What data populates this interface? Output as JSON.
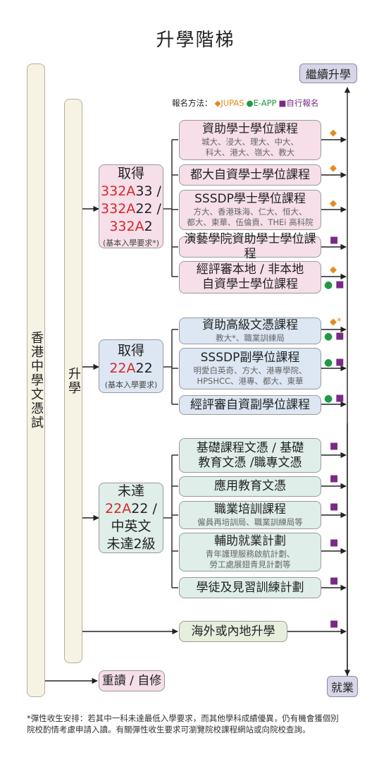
{
  "title": "升學階梯",
  "legend": {
    "label": "報名方法：",
    "jupas": "◆JUPAS",
    "eapp": "●E-APP",
    "self": "■自行報名"
  },
  "pillar_dse": "香港中學文憑試",
  "pillar_further": "升學",
  "top_right": "繼續升學",
  "bottom_right": "就業",
  "conditions": {
    "c1": {
      "pre": "取得",
      "l1red": "332A",
      "l1": "33 /",
      "l2red": "332A",
      "l2": "22 /",
      "l3red": "332A",
      "l3": "2",
      "sub": "(基本入學要求*)"
    },
    "c2": {
      "pre": "取得",
      "l1red": "22A",
      "l1": "22",
      "sub": "(基本入學要求)"
    },
    "c3": {
      "pre": "未達",
      "l1red": "22A",
      "l1": "22 /",
      "l2": "中英文",
      "l3": "未達2級"
    }
  },
  "degree": [
    {
      "title": "資助學士學位課程",
      "sub1": "城大、浸大、理大、中大、",
      "sub2": "科大、港大、嶺大、教大"
    },
    {
      "title": "都大自資學士學位課程"
    },
    {
      "title": "SSSDP學士學位課程",
      "sub1": "方大、香港珠海、仁大、恒大、",
      "sub2": "都大、東華、伍倫貢、THEi 高科院"
    },
    {
      "title": "演藝學院資助學士學位課程"
    },
    {
      "title": "經評審本地 / 非本地",
      "title2": "自資學士學位課程"
    }
  ],
  "subdegree": [
    {
      "title": "資助高級文憑課程",
      "sub1": "教大*、職業訓練局"
    },
    {
      "title": "SSSDP副學位課程",
      "sub1": "明愛白英奇、方大、港專學院、",
      "sub2": "HPSHCC、港專、都大、東華"
    },
    {
      "title": "經評審自資副學位課程"
    }
  ],
  "other": [
    {
      "title": "基礎課程文憑 / 基礎",
      "title2": "教育文憑 /職專文憑"
    },
    {
      "title": "應用教育文憑"
    },
    {
      "title": "職業培訓課程",
      "sub1": "僱員再培訓局、職業訓練局等"
    },
    {
      "title": "輔助就業計劃",
      "sub1": "青年護理服務啟航計劃、",
      "sub2": "勞工處展翅青見計劃等"
    },
    {
      "title": "學徒及見習訓練計劃"
    }
  ],
  "overseas": "海外或內地升學",
  "repeat": "重讀 / 自修",
  "markers": {
    "jupas": "◆",
    "jupas_star": "◆*",
    "eapp": "●",
    "self": "■"
  },
  "footnote1": "*彈性收生安排：若其中一科未達最低入學要求，而其他學科成績優異，仍有機會獲個別",
  "footnote2": "院校酌情考慮申請入讀。有關彈性收生要求可瀏覽院校課程網站或向院校查詢。",
  "colors": {
    "pink": "#f6dfe9",
    "blue": "#dce7f3",
    "green": "#dfeee8",
    "pillar": "#f6f2e4",
    "badge": "#d7d6e8",
    "red": "#d6262b",
    "jupas": "#e58a1f",
    "eapp": "#1e9a45",
    "self": "#7a2a86"
  }
}
